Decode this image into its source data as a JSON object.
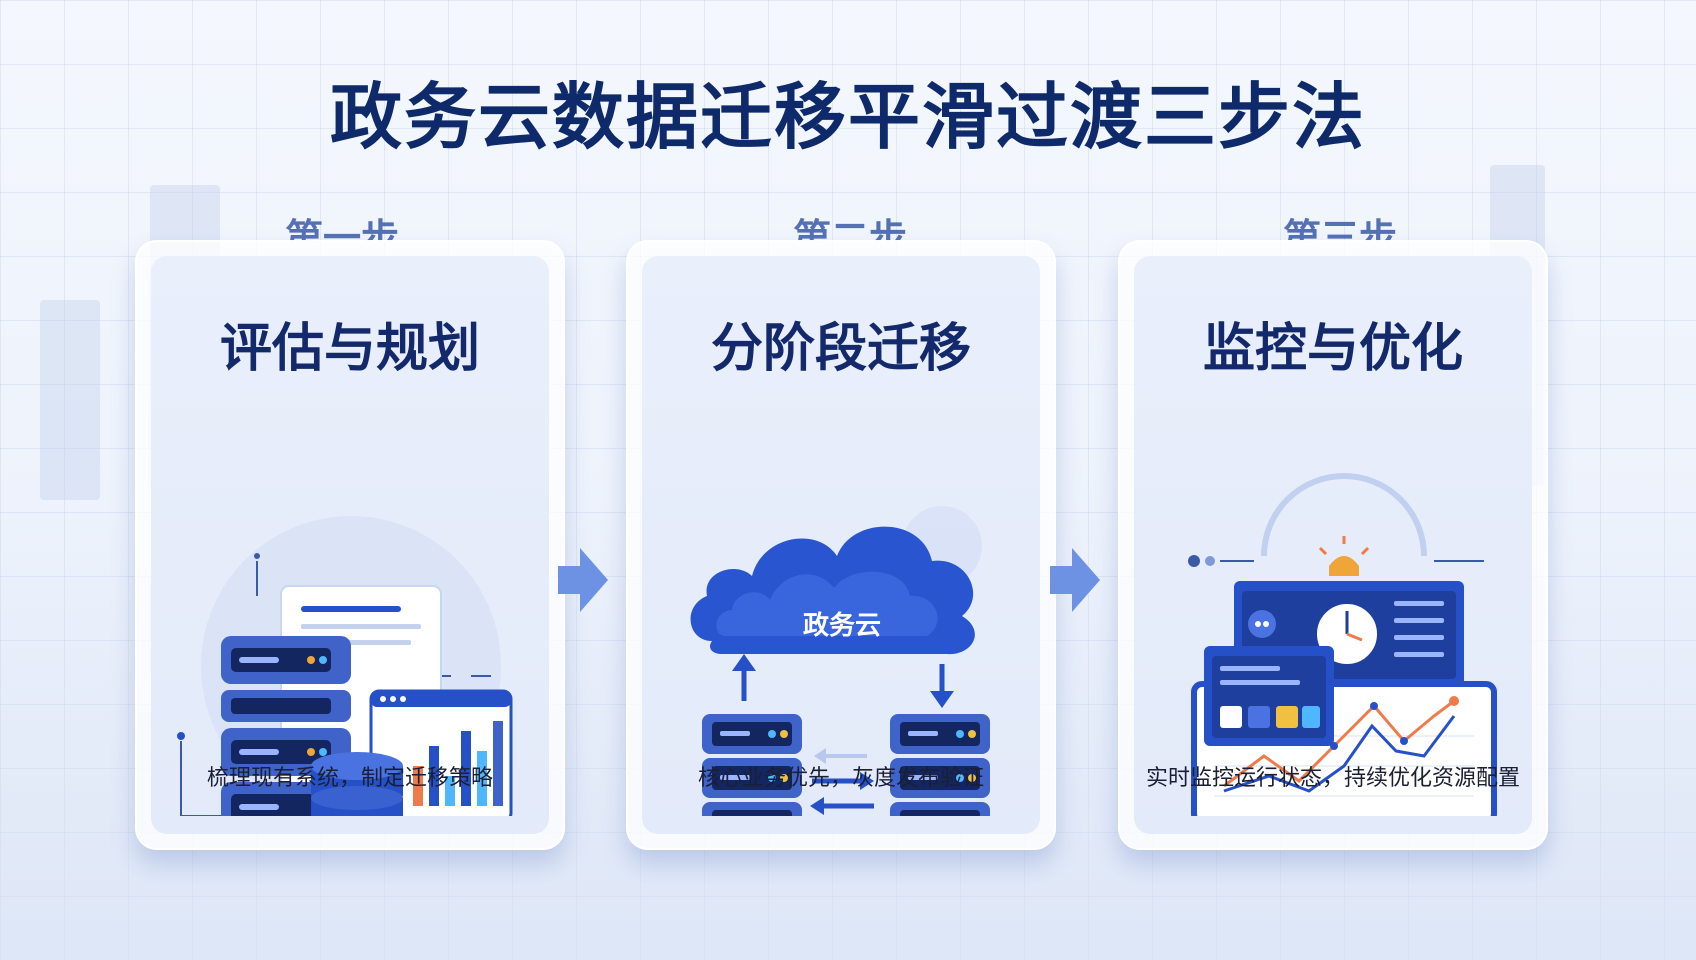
{
  "title": "政务云数据迁移平滑过渡三步法",
  "steps": [
    {
      "step_label": "第一步",
      "title": "评估与规划",
      "description": "梳理现有系统，制定迁移策略"
    },
    {
      "step_label": "第二步",
      "title": "分阶段迁移",
      "description": "核心业务优先，灰度发布验证",
      "cloud_label": "政务云"
    },
    {
      "step_label": "第三步",
      "title": "监控与优化",
      "description": "实时监控运行状态，持续优化资源配置"
    }
  ],
  "colors": {
    "title": "#0f2a6b",
    "accent": "#2550c8",
    "dark_blue": "#13296b",
    "orange": "#f07b4a"
  }
}
